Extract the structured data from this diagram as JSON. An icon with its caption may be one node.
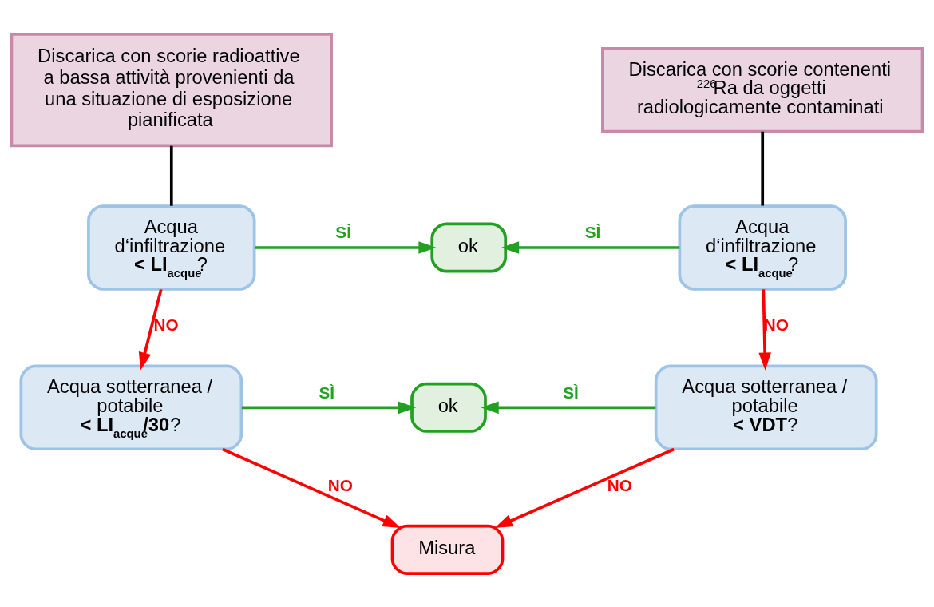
{
  "diagram": {
    "nodes": [
      {
        "text": [
          "Discarica con scorie radioattive a bassa attività provenienti da una situazione di esposizione pianificata"
        ]
      },
      {
        "text": [
          "Discarica con scorie contenenti $^{226}$Ra da oggetti radiologicamente contaminati"
        ]
      },
      {
        "text": [
          "Acqua d‘infiltrazione",
          "**< LI$_{acque}$**?"
        ]
      },
      {
        "text": [
          "ok"
        ]
      },
      {
        "text": [
          "Acqua d‘infiltrazione",
          "**< LI$_{acque}$**?"
        ]
      },
      {
        "text": [
          "Acqua sotterranea / potabile",
          "**< LI$_{acque}$/30**?"
        ]
      },
      {
        "text": [
          "ok"
        ]
      },
      {
        "text": [
          "Acqua sotterranea / potabile",
          "**< VDT**?"
        ]
      },
      {
        "text": [
          "Misura"
        ]
      }
    ],
    "edges": [
      {
        "from": 0,
        "to": 2,
        "arrow": "none",
        "color": "#000000"
      },
      {
        "from": 1,
        "to": 4,
        "arrow": "none",
        "color": "#000000"
      },
      {
        "from": 2,
        "to": 3,
        "arrow": "to",
        "label": "SÌ",
        "color": "#22a022"
      },
      {
        "from": 4,
        "to": 3,
        "arrow": "to",
        "label": "SÌ",
        "color": "#22a022"
      },
      {
        "from": 2,
        "to": 5,
        "arrow": "to",
        "label": "NO",
        "color": "#ff0000"
      },
      {
        "from": 4,
        "to": 7,
        "arrow": "to",
        "label": "NO",
        "color": "#ff0000"
      },
      {
        "from": 5,
        "to": 6,
        "arrow": "to",
        "label": "SÌ",
        "color": "#22a022"
      },
      {
        "from": 7,
        "to": 6,
        "arrow": "to",
        "label": "SÌ",
        "color": "#22a022"
      },
      {
        "from": 5,
        "to": 8,
        "arrow": "to",
        "label": "NO",
        "color": "#ff0000"
      },
      {
        "from": 7,
        "to": 8,
        "arrow": "to",
        "label": "NO",
        "color": "#ff0000"
      }
    ]
  }
}
